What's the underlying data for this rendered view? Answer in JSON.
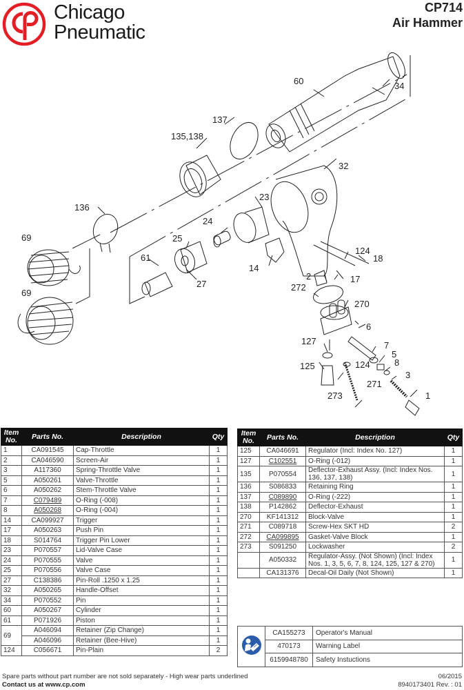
{
  "header": {
    "brand_line1": "Chicago",
    "brand_line2": "Pneumatic",
    "model": "CP714",
    "product": "Air Hammer",
    "brand_color": "#e31e24"
  },
  "diagram": {
    "callouts": [
      "60",
      "34",
      "137",
      "135,138",
      "32",
      "136",
      "23",
      "24",
      "69",
      "25",
      "61",
      "27",
      "14",
      "124",
      "18",
      "2",
      "17",
      "272",
      "270",
      "6",
      "127",
      "7",
      "5",
      "124",
      "8",
      "125",
      "3",
      "271",
      "273",
      "1",
      "69"
    ]
  },
  "table_headers": {
    "item": [
      "Item",
      "No."
    ],
    "parts_no": "Parts No.",
    "description": "Description",
    "qty": "Qty"
  },
  "left_table": [
    {
      "item": "1",
      "part": "CA091545",
      "desc": "Cap-Throttle",
      "qty": "1",
      "wear": false
    },
    {
      "item": "2",
      "part": "CA046590",
      "desc": "Screen-Air",
      "qty": "1",
      "wear": false
    },
    {
      "item": "3",
      "part": "A117360",
      "desc": "Spring-Throttle Valve",
      "qty": "1",
      "wear": false
    },
    {
      "item": "5",
      "part": "A050261",
      "desc": "Valve-Throttle",
      "qty": "1",
      "wear": false
    },
    {
      "item": "6",
      "part": "A050262",
      "desc": "Stem-Throttle Valve",
      "qty": "1",
      "wear": false
    },
    {
      "item": "7",
      "part": "C079489",
      "desc": "O-Ring (-008)",
      "qty": "1",
      "wear": true
    },
    {
      "item": "8",
      "part": "A050268",
      "desc": "O-Ring (-004)",
      "qty": "1",
      "wear": true
    },
    {
      "item": "14",
      "part": "CA099927",
      "desc": "Trigger",
      "qty": "1",
      "wear": false
    },
    {
      "item": "17",
      "part": "A050263",
      "desc": "Push Pin",
      "qty": "1",
      "wear": false
    },
    {
      "item": "18",
      "part": "S014764",
      "desc": "Trigger Pin Lower",
      "qty": "1",
      "wear": false
    },
    {
      "item": "23",
      "part": "P070557",
      "desc": "Lid-Valve Case",
      "qty": "1",
      "wear": false
    },
    {
      "item": "24",
      "part": "P070555",
      "desc": "Valve",
      "qty": "1",
      "wear": false
    },
    {
      "item": "25",
      "part": "P070556",
      "desc": "Valve Case",
      "qty": "1",
      "wear": false
    },
    {
      "item": "27",
      "part": "C138386",
      "desc": "Pin-Roll .1250 x 1.25",
      "qty": "1",
      "wear": false
    },
    {
      "item": "32",
      "part": "A050265",
      "desc": "Handle-Offset",
      "qty": "1",
      "wear": false
    },
    {
      "item": "34",
      "part": "P070552",
      "desc": "Pin",
      "qty": "1",
      "wear": false
    },
    {
      "item": "60",
      "part": "A050267",
      "desc": "Cylinder",
      "qty": "1",
      "wear": false
    },
    {
      "item": "61",
      "part": "P071926",
      "desc": "Piston",
      "qty": "1",
      "wear": false
    },
    {
      "item": "69",
      "part": "A046094",
      "desc": "Retainer (Zip Change)",
      "qty": "1",
      "wear": false
    },
    {
      "item": "",
      "part": "A046096",
      "desc": "Retainer (Bee-Hive)",
      "qty": "1",
      "wear": false
    },
    {
      "item": "124",
      "part": "C056671",
      "desc": "Pin-Plain",
      "qty": "2",
      "wear": false
    }
  ],
  "right_table": [
    {
      "item": "125",
      "part": "CA046691",
      "desc": "Regulator (Incl: Index No. 127)",
      "qty": "1",
      "wear": false
    },
    {
      "item": "127",
      "part": "C102551",
      "desc": "O-Ring (-012)",
      "qty": "1",
      "wear": true
    },
    {
      "item": "135",
      "part": "P070554",
      "desc": "Deflector-Exhaust Assy. (Incl: Index Nos. 136, 137, 138)",
      "qty": "1",
      "wear": false
    },
    {
      "item": "136",
      "part": "S086833",
      "desc": "Retaining Ring",
      "qty": "1",
      "wear": false
    },
    {
      "item": "137",
      "part": "C089890",
      "desc": "O-Ring (-222)",
      "qty": "1",
      "wear": true
    },
    {
      "item": "138",
      "part": "P142862",
      "desc": "Deflector-Exhaust",
      "qty": "1",
      "wear": false
    },
    {
      "item": "270",
      "part": "KF141312",
      "desc": "Block-Valve",
      "qty": "1",
      "wear": false
    },
    {
      "item": "271",
      "part": "C089718",
      "desc": "Screw-Hex SKT HD",
      "qty": "2",
      "wear": false
    },
    {
      "item": "272",
      "part": "CA099895",
      "desc": "Gasket-Valve Block",
      "qty": "1",
      "wear": true
    },
    {
      "item": "273",
      "part": "S091250",
      "desc": "Lockwasher",
      "qty": "2",
      "wear": false
    },
    {
      "item": "",
      "part": "A050332",
      "desc": "Regulator-Assy. (Not Shown) (Incl: Index Nos. 1, 3, 5, 6, 7, 8, 124, 125, 127 & 270)",
      "qty": "1",
      "wear": false
    },
    {
      "item": "",
      "part": "CA131376",
      "desc": "Decal-Oil Daily (Not Shown)",
      "qty": "1",
      "wear": false
    }
  ],
  "documents": {
    "icon": "read-manual-icon",
    "icon_color": "#2a5caa",
    "rows": [
      {
        "part": "CA155273",
        "desc": "Operator's Manual"
      },
      {
        "part": "470173",
        "desc": "Warning Label"
      },
      {
        "part": "6159948780",
        "desc": "Safety Instuctions"
      }
    ]
  },
  "footer": {
    "note": "Spare parts without part number are not sold separately - High wear parts underlined",
    "contact": "Contact us at www.cp.com",
    "date": "06/2015",
    "doc_rev": "8940173401 Rev. : 01"
  }
}
